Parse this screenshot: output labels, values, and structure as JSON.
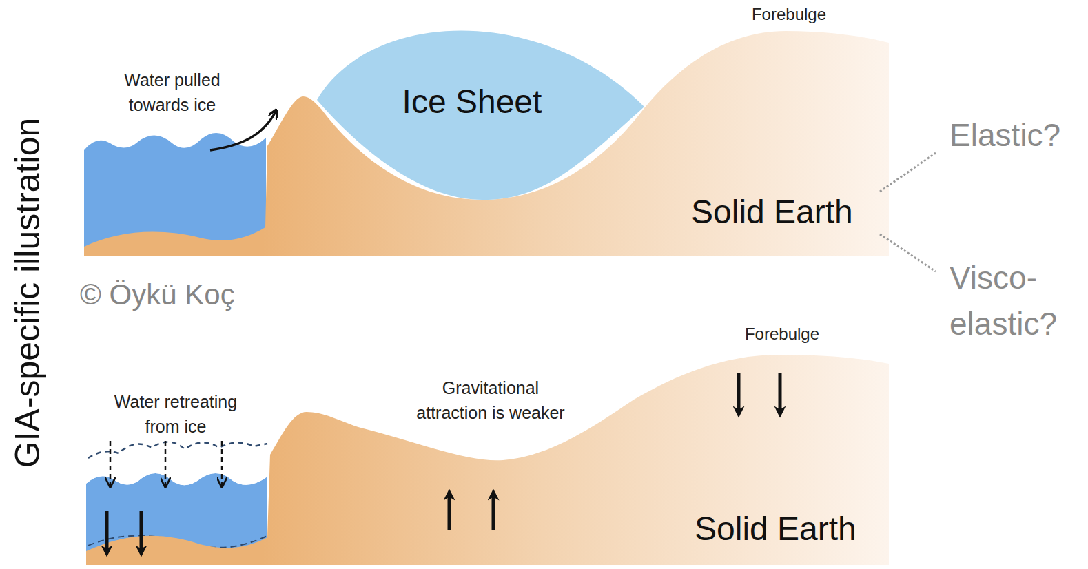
{
  "diagram": {
    "nodes": [
      {
        "text": [
          "Ice Sheet"
        ]
      },
      {
        "text": [
          "Solid Earth"
        ]
      },
      {
        "text": [
          "Solid Earth"
        ]
      }
    ],
    "labels": [
      "GIA-specific illustration",
      "Water pulled towards ice",
      "Forebulge",
      "Elastic?",
      "Visco- elastic?",
      "© Öykü Koç",
      "Forebulge",
      "Water retreating from ice",
      "Gravitational attraction is weaker"
    ]
  }
}
